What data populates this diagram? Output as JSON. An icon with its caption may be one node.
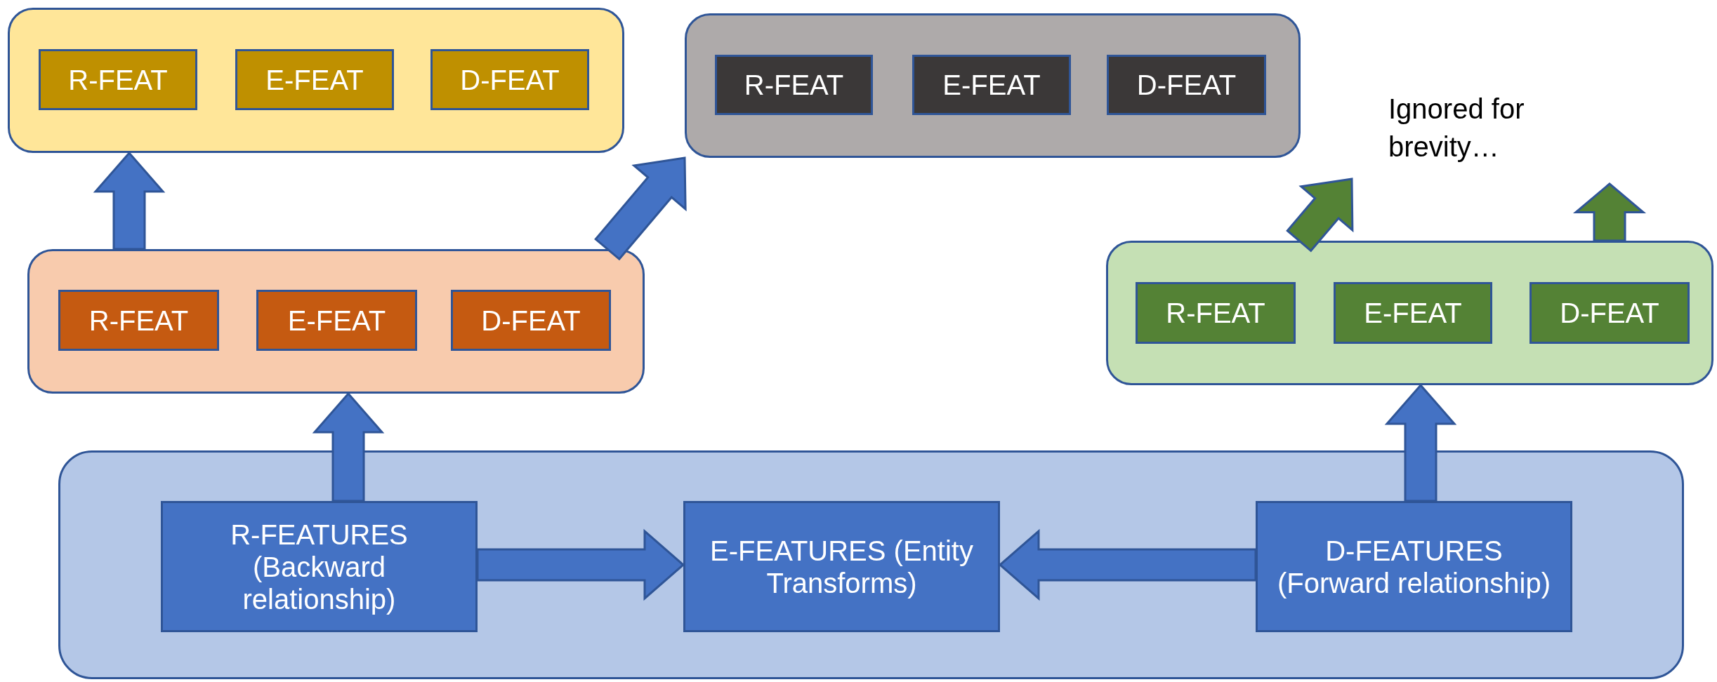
{
  "diagram": {
    "nodes": [
      {
        "text": [],
        "shape": "box"
      },
      {
        "text": [
          "R-FEAT"
        ],
        "in": 0
      },
      {
        "text": [
          "E-FEAT"
        ],
        "in": 0
      },
      {
        "text": [
          "D-FEAT"
        ],
        "in": 0
      },
      {
        "text": [],
        "shape": "box"
      },
      {
        "text": [
          "R-FEAT"
        ],
        "in": 4
      },
      {
        "text": [
          "E-FEAT"
        ],
        "in": 4
      },
      {
        "text": [
          "D-FEAT"
        ],
        "in": 4
      },
      {
        "text": [],
        "shape": "box"
      },
      {
        "text": [
          "R-FEAT"
        ],
        "in": 8
      },
      {
        "text": [
          "E-FEAT"
        ],
        "in": 8
      },
      {
        "text": [
          "D-FEAT"
        ],
        "in": 8
      },
      {
        "text": [],
        "shape": "box"
      },
      {
        "text": [
          "R-FEAT"
        ],
        "in": 12
      },
      {
        "text": [
          "E-FEAT"
        ],
        "in": 12
      },
      {
        "text": [
          "D-FEAT"
        ],
        "in": 12
      },
      {
        "text": [],
        "shape": "box"
      },
      {
        "text": [
          "R-FEATURES (Backward relationship)"
        ],
        "in": 16
      },
      {
        "text": [
          "E-FEATURES (Entity Transforms)"
        ],
        "in": 16
      },
      {
        "text": [
          "D-FEATURES (Forward relationship)"
        ],
        "in": 16
      }
    ],
    "edges": [
      {
        "from": 8,
        "to": 0,
        "arrow": "to"
      },
      {
        "from": 8,
        "to": 4,
        "arrow": "to"
      },
      {
        "from": 17,
        "to": 8,
        "arrow": "to"
      },
      {
        "from": 19,
        "to": 12,
        "arrow": "to"
      },
      {
        "from": 17,
        "to": 18,
        "arrow": "to"
      },
      {
        "from": 19,
        "to": 18,
        "arrow": "to"
      },
      {
        "from": 12,
        "to": null,
        "arrow": "to",
        "color": "#548235"
      },
      {
        "from": 12,
        "to": null,
        "arrow": "to",
        "color": "#548235"
      }
    ],
    "labels": [
      "Ignored for brevity…"
    ]
  }
}
